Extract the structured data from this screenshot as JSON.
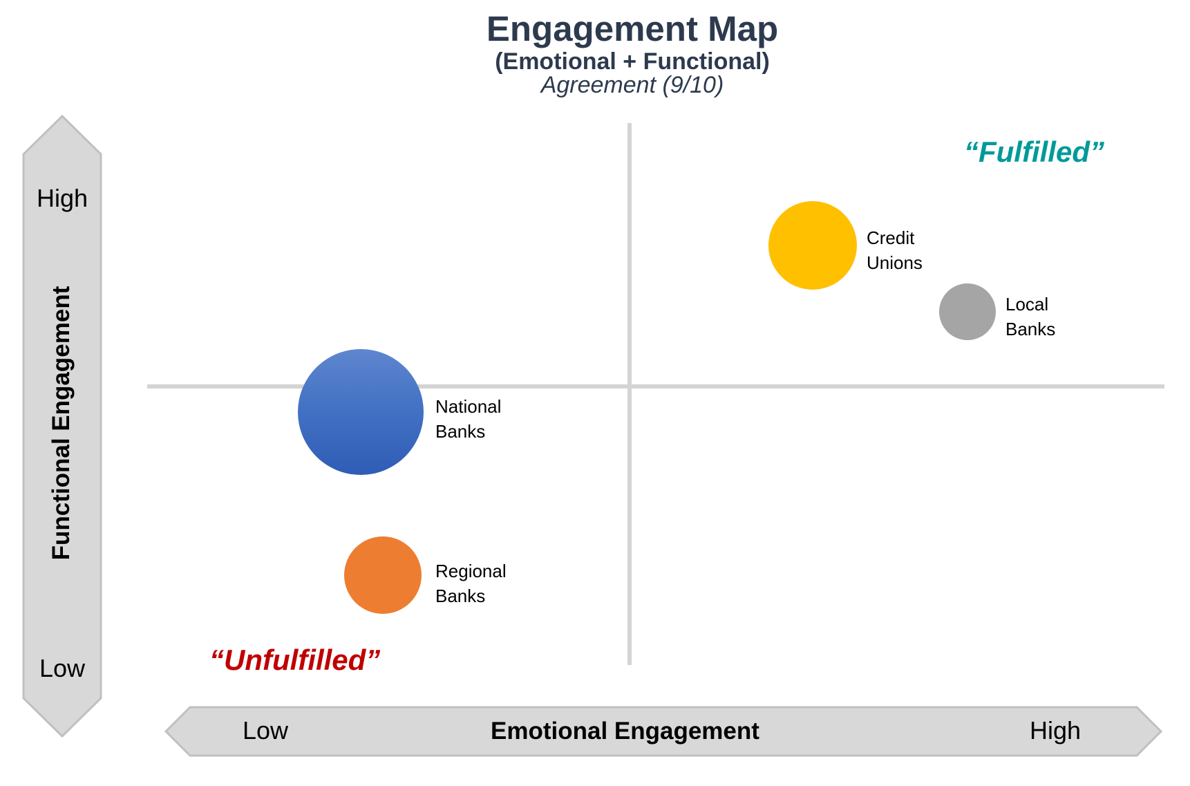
{
  "chart_data": {
    "type": "scatter",
    "subtype": "bubble-quadrant",
    "title": "Engagement Map",
    "subtitle": "(Emotional + Functional)",
    "caption": "Agreement (9/10)",
    "xlabel": "Emotional Engagement",
    "ylabel": "Functional Engagement",
    "x_ticks": [
      "Low",
      "High"
    ],
    "y_ticks": [
      "High",
      "Low"
    ],
    "grid": false,
    "quadrant_labels": [
      {
        "text": "“Fulfilled”",
        "position": "top-right",
        "color": "#009999"
      },
      {
        "text": "“Unfulfilled”",
        "position": "bottom-left",
        "color": "#c00000"
      }
    ],
    "series": [
      {
        "name": "Credit Unions",
        "label_lines": [
          "Credit",
          "Unions"
        ],
        "x": 0.69,
        "y": 0.76,
        "size": 64,
        "color": "#ffc000"
      },
      {
        "name": "Local Banks",
        "label_lines": [
          "Local",
          "Banks"
        ],
        "x": 0.82,
        "y": 0.65,
        "size": 41,
        "color": "#a5a5a5"
      },
      {
        "name": "National Banks",
        "label_lines": [
          "National",
          "Banks"
        ],
        "x": 0.21,
        "y": 0.46,
        "size": 91,
        "color": "#4472c4"
      },
      {
        "name": "Regional Banks",
        "label_lines": [
          "Regional",
          "Banks"
        ],
        "x": 0.23,
        "y": 0.16,
        "size": 56,
        "color": "#ed7d31"
      }
    ]
  },
  "header": {
    "title": "Engagement Map",
    "subtitle": "(Emotional + Functional)",
    "caption": "Agreement (9/10)"
  },
  "y_axis": {
    "title": "Functional Engagement",
    "high": "High",
    "low": "Low"
  },
  "x_axis": {
    "title": "Emotional Engagement",
    "low": "Low",
    "high": "High"
  },
  "quadrants": {
    "fulfilled": "“Fulfilled”",
    "unfulfilled": "“Unfulfilled”"
  },
  "bubbles": {
    "credit_unions": {
      "line1": "Credit",
      "line2": "Unions"
    },
    "local_banks": {
      "line1": "Local",
      "line2": "Banks"
    },
    "national_banks": {
      "line1": "National",
      "line2": "Banks"
    },
    "regional_banks": {
      "line1": "Regional",
      "line2": "Banks"
    }
  }
}
